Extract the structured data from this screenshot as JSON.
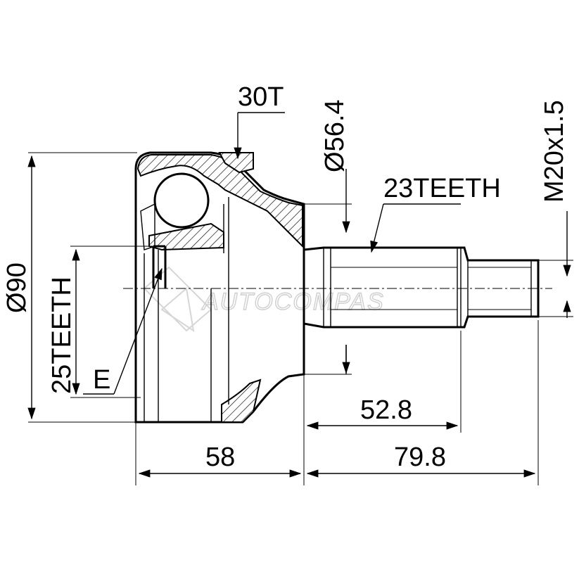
{
  "drawing": {
    "labels": {
      "teeth_top": "30T",
      "shaft_diameter": "Ø56.4",
      "thread": "M20x1.5",
      "outer_spline": "23TEETH",
      "housing_diameter": "Ø90",
      "inner_spline": "25TEETH",
      "detail_marker": "E",
      "dim_spline_length": "52.8",
      "dim_housing_length": "58",
      "dim_shaft_length": "79.8"
    },
    "watermark": "AUTOCOMPAS"
  }
}
